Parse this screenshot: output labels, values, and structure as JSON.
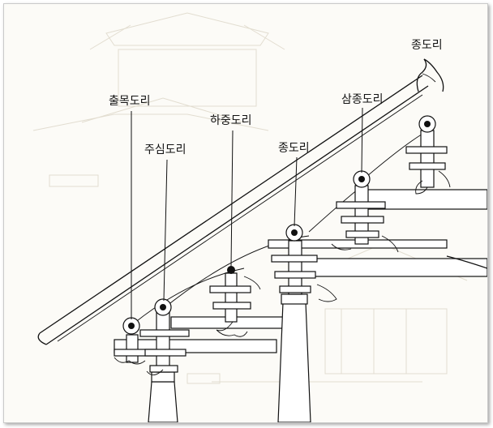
{
  "labels": {
    "chulmok": "출목도리",
    "jusim": "주심도리",
    "hajung": "하중도리",
    "jong_mid": "종도리",
    "samjong": "삼종도리",
    "jong_top": "종도리"
  },
  "colors": {
    "line": "#111111",
    "ghost": "#e2ddd0",
    "paper": "#fcfbf7"
  }
}
